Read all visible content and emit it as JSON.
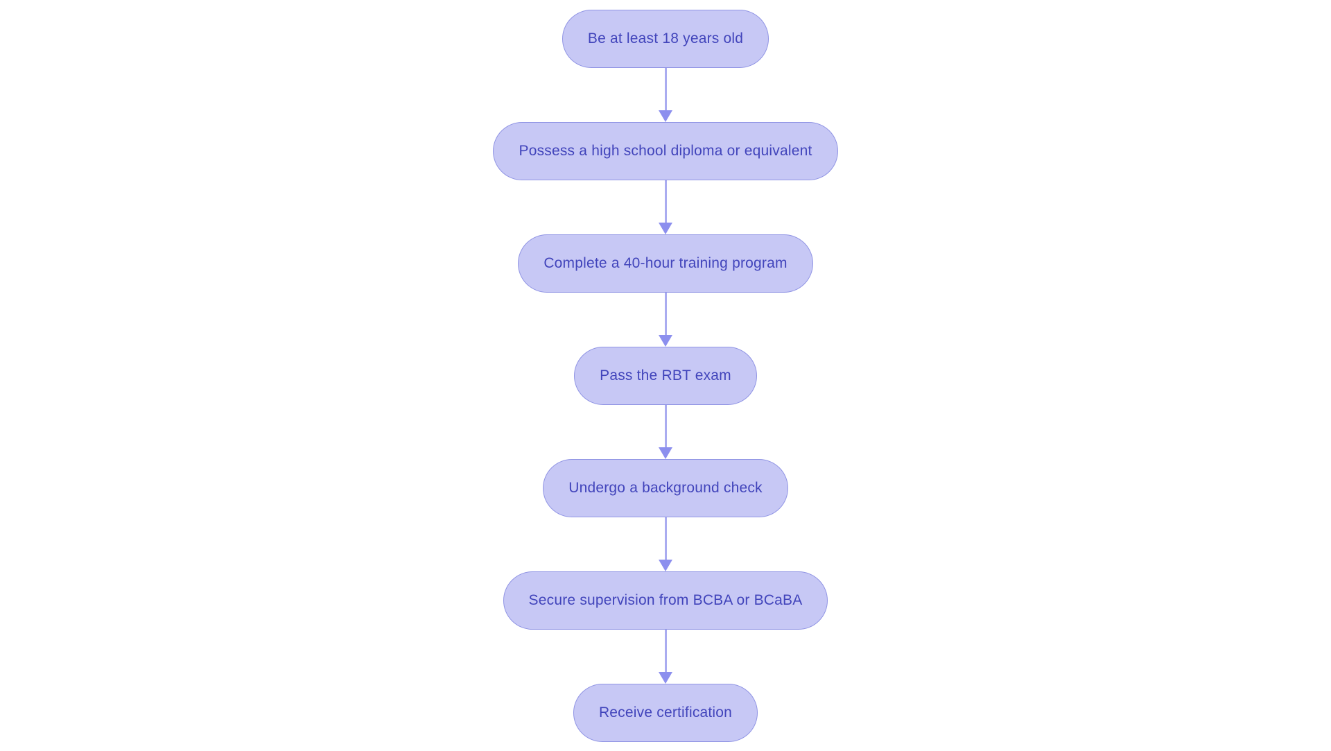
{
  "flowchart": {
    "type": "flowchart",
    "direction": "top-down",
    "colors": {
      "background": "#ffffff",
      "node_fill": "#c7c8f5",
      "node_border": "#9094e4",
      "node_text": "#4144bb",
      "arrow_line": "#aaacf0",
      "arrow_head": "#8c8fee"
    },
    "nodes": [
      {
        "id": 1,
        "label": "Be at least 18 years old"
      },
      {
        "id": 2,
        "label": "Possess a high school diploma or equivalent"
      },
      {
        "id": 3,
        "label": "Complete a 40-hour training program"
      },
      {
        "id": 4,
        "label": "Pass the RBT exam"
      },
      {
        "id": 5,
        "label": "Undergo a background check"
      },
      {
        "id": 6,
        "label": "Secure supervision from BCBA or BCaBA"
      },
      {
        "id": 7,
        "label": "Receive certification"
      }
    ],
    "edges": [
      {
        "from": 1,
        "to": 2
      },
      {
        "from": 2,
        "to": 3
      },
      {
        "from": 3,
        "to": 4
      },
      {
        "from": 4,
        "to": 5
      },
      {
        "from": 5,
        "to": 6
      },
      {
        "from": 6,
        "to": 7
      }
    ]
  }
}
